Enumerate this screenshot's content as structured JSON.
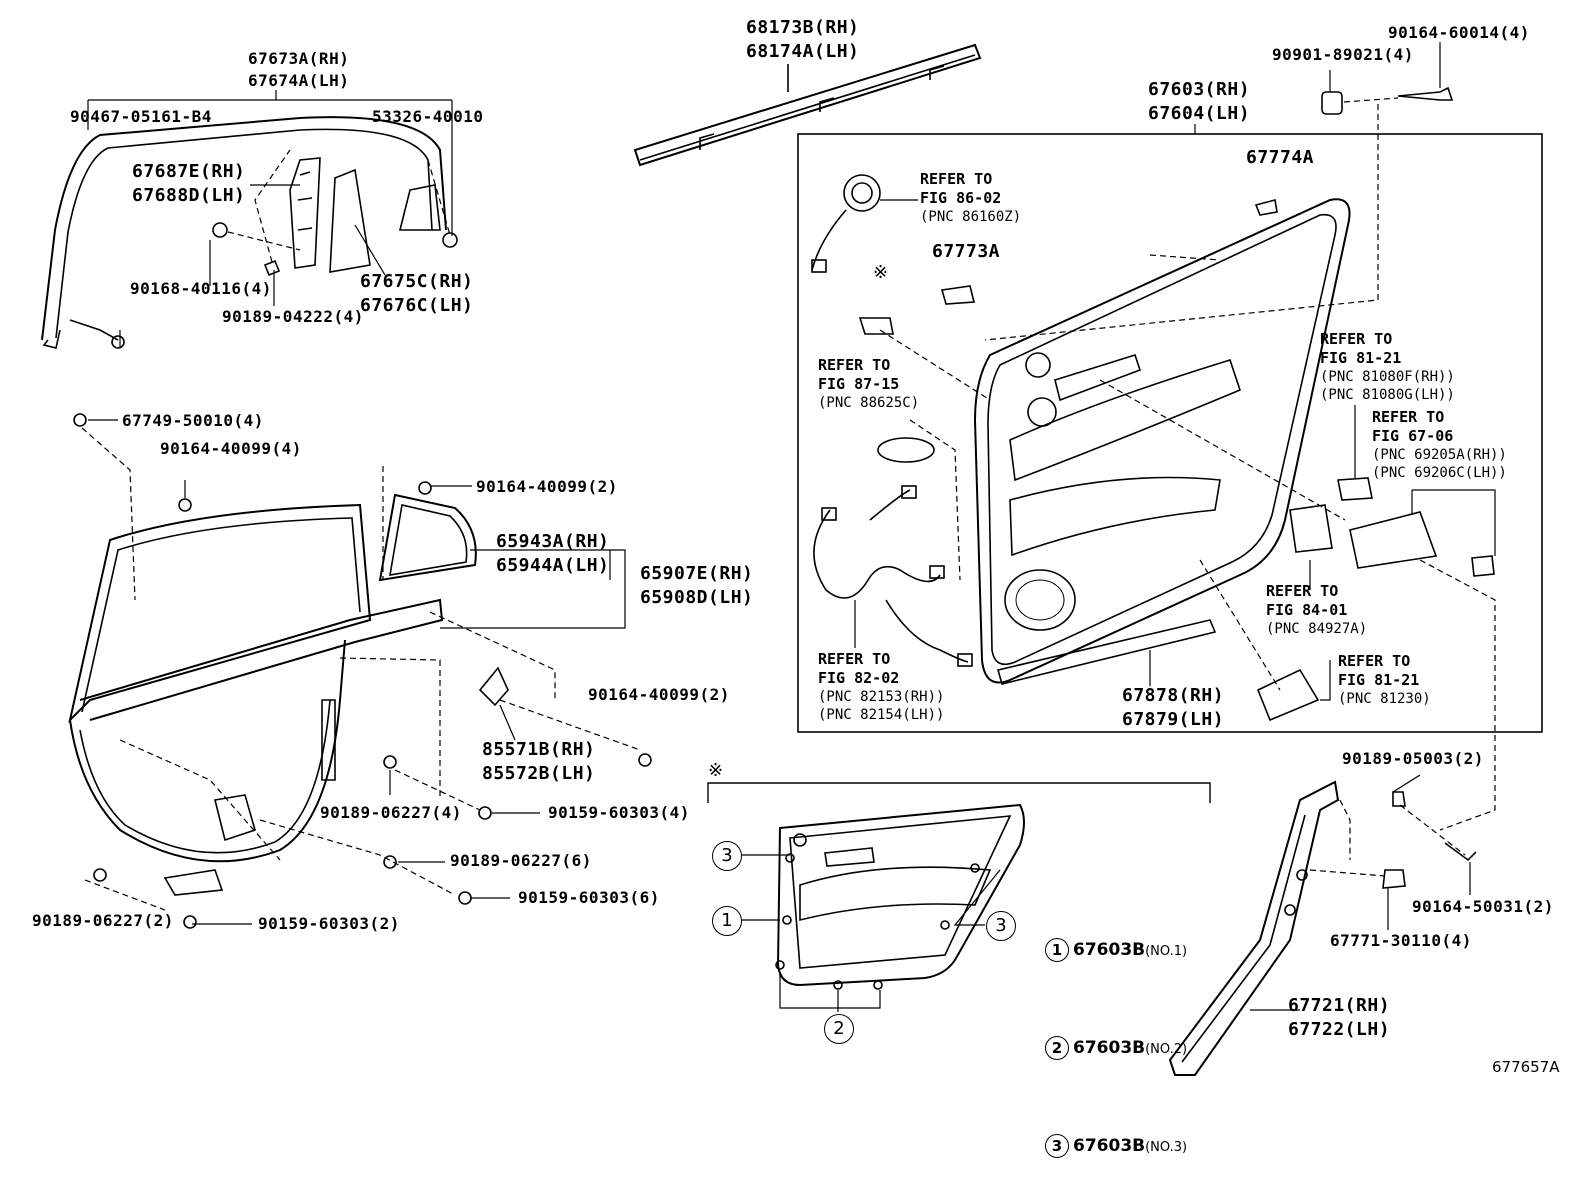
{
  "parts": {
    "p67673": {
      "l1": "67673A(RH)",
      "l2": "67674A(LH)"
    },
    "p90467": "90467-05161-B4",
    "p53326": "53326-40010",
    "p67687": {
      "l1": "67687E(RH)",
      "l2": "67688D(LH)"
    },
    "p90168": "90168-40116(4)",
    "p90189_04222": "90189-04222(4)",
    "p67675": {
      "l1": "67675C(RH)",
      "l2": "67676C(LH)"
    },
    "p68173": {
      "l1": "68173B(RH)",
      "l2": "68174A(LH)"
    },
    "p90901": "90901-89021(4)",
    "p90164_60014": "90164-60014(4)",
    "p67603": {
      "l1": "67603(RH)",
      "l2": "67604(LH)"
    },
    "p67774": "67774A",
    "p67773": "67773A",
    "p67749": "67749-50010(4)",
    "p90164_40099_4": "90164-40099(4)",
    "p90164_40099_2a": "90164-40099(2)",
    "p65943": {
      "l1": "65943A(RH)",
      "l2": "65944A(LH)"
    },
    "p65907": {
      "l1": "65907E(RH)",
      "l2": "65908D(LH)"
    },
    "p90164_40099_2b": "90164-40099(2)",
    "p85571": {
      "l1": "85571B(RH)",
      "l2": "85572B(LH)"
    },
    "p90189_06227_4": "90189-06227(4)",
    "p90159_60303_4": "90159-60303(4)",
    "p90189_06227_6": "90189-06227(6)",
    "p90159_60303_6": "90159-60303(6)",
    "p90189_06227_2": "90189-06227(2)",
    "p90159_60303_2": "90159-60303(2)",
    "p67878": {
      "l1": "67878(RH)",
      "l2": "67879(LH)"
    },
    "p90189_05003": "90189-05003(2)",
    "p90164_50031": "90164-50031(2)",
    "p67771": "67771-30110(4)",
    "p67721": {
      "l1": "67721(RH)",
      "l2": "67722(LH)"
    }
  },
  "refs": {
    "r86": {
      "h1": "REFER TO",
      "h2": "FIG 86-02",
      "l1": "(PNC 86160Z)"
    },
    "r87": {
      "h1": "REFER TO",
      "h2": "FIG 87-15",
      "l1": "(PNC 88625C)"
    },
    "r81a": {
      "h1": "REFER TO",
      "h2": "FIG 81-21",
      "l1": "(PNC 81080F(RH))",
      "l2": "(PNC 81080G(LH))"
    },
    "r67": {
      "h1": "REFER TO",
      "h2": "FIG 67-06",
      "l1": "(PNC 69205A(RH))",
      "l2": "(PNC 69206C(LH))"
    },
    "r84": {
      "h1": "REFER TO",
      "h2": "FIG 84-01",
      "l1": "(PNC 84927A)"
    },
    "r82": {
      "h1": "REFER TO",
      "h2": "FIG 82-02",
      "l1": "(PNC 82153(RH))",
      "l2": "(PNC 82154(LH))"
    },
    "r81b": {
      "h1": "REFER TO",
      "h2": "FIG 81-21",
      "l1": "(PNC 81230)"
    }
  },
  "legend": [
    {
      "num": "1",
      "part": "67603B",
      "note": "(NO.1)"
    },
    {
      "num": "2",
      "part": "67603B",
      "note": "(NO.2)"
    },
    {
      "num": "3",
      "part": "67603B",
      "note": "(NO.3)"
    }
  ],
  "bubbles": {
    "b3a": "3",
    "b1": "1",
    "b3b": "3",
    "b2": "2"
  },
  "marks": {
    "m1": "※",
    "m2": "※"
  },
  "figure_code": "677657A"
}
